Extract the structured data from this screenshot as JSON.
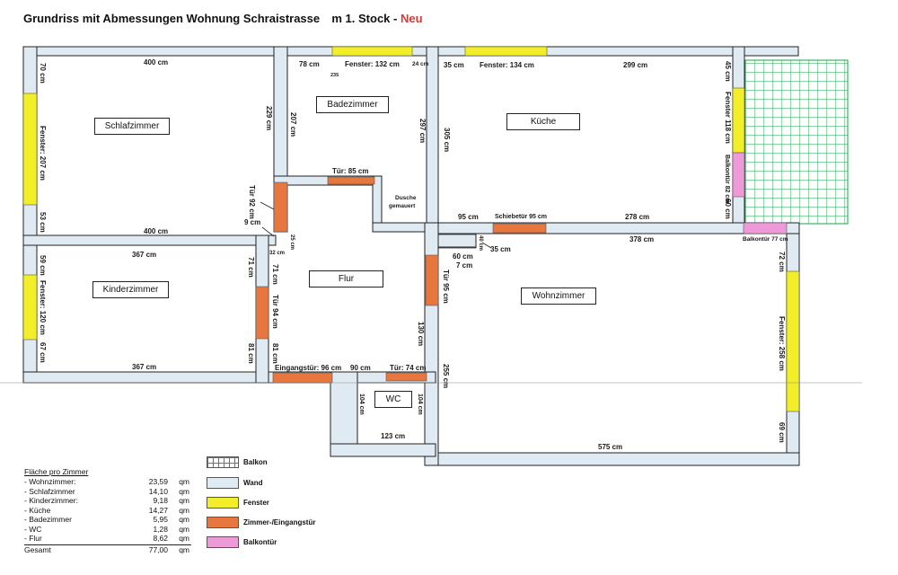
{
  "title": {
    "main": "Grundriss mit Abmessungen Wohnung Schraistrasse",
    "floor": "m 1. Stock -",
    "neu": "Neu"
  },
  "colors": {
    "wall": "#dfeaf3",
    "window": "#f2ee2a",
    "door": "#e8763f",
    "balcony_door": "#ee9ad8",
    "balcony": "#16a34a"
  },
  "rooms": {
    "schlafzimmer": "Schlafzimmer",
    "badezimmer": "Badezimmer",
    "kueche": "Küche",
    "flur": "Flur",
    "kinderzimmer": "Kinderzimmer",
    "wohnzimmer": "Wohnzimmer",
    "wc": "WC"
  },
  "dims": {
    "s_top": "400 cm",
    "s_bot": "400 cm",
    "s_70": "70 cm",
    "s_fenster": "Fenster: 207 cm",
    "s_53": "53 cm",
    "s_229": "229 cm",
    "tuer92": "Tür 92 cm",
    "d9": "9 cm",
    "d32": "32 cm",
    "d25": "25 cm",
    "b_78": "78 cm",
    "b_fenster": "Fenster: 132 cm",
    "b_24": "24 cm",
    "b_235": "235",
    "b_207": "207 cm",
    "b_297": "297 cm",
    "tuer85": "Tür: 85 cm",
    "dusche": "Dusche",
    "gemauert": "gemauert",
    "k_35": "35 cm",
    "k_fenster": "Fenster: 134 cm",
    "k_299": "299 cm",
    "k_45": "45 cm",
    "k_fenster118": "Fenster 118 cm",
    "k_balkontuer": "Balkontür 82 cm",
    "k_60": "60 cm",
    "k_305": "305 cm",
    "k_95": "95 cm",
    "schiebetuer": "Schiebetür 95 cm",
    "k_278": "278 cm",
    "ki_367t": "367 cm",
    "ki_367b": "367 cm",
    "ki_59": "59 cm",
    "ki_fenster": "Fenster: 120 cm",
    "ki_67": "67 cm",
    "ki_71": "71 cm",
    "ki_81": "81 cm",
    "f_71": "71 cm",
    "tuer94": "Tür 94 cm",
    "f_81": "81 cm",
    "f_130": "130 cm",
    "eingang": "Eingangstür: 96 cm",
    "f_90": "90 cm",
    "tuer74": "Tür: 74 cm",
    "w_378": "378 cm",
    "balkontuer77": "Balkontür 77 cm",
    "w_72": "72 cm",
    "w_fenster": "Fenster: 258 cm",
    "w_69": "69 cm",
    "w_575": "575 cm",
    "w_60": "60 cm",
    "w_7": "7 cm",
    "w_40": "40 cm",
    "w_35": "35 cm",
    "tuer95": "Tür 95 cm",
    "w_255": "255 cm",
    "wc_104l": "104 cm",
    "wc_104r": "104 cm",
    "wc_123": "123 cm"
  },
  "legend": [
    {
      "label": "Balkon",
      "kind": "balcony"
    },
    {
      "label": "Wand",
      "kind": "wall"
    },
    {
      "label": "Fenster",
      "kind": "window"
    },
    {
      "label": "Zimmer-/Eingangstür",
      "kind": "door"
    },
    {
      "label": "Balkontür",
      "kind": "balcony_door"
    }
  ],
  "areas": {
    "heading": "Fläche pro Zimmer",
    "rows": [
      {
        "name": "- Wohnzimmer:",
        "value": "23,59",
        "unit": "qm"
      },
      {
        "name": "- Schlafzimmer",
        "value": "14,10",
        "unit": "qm"
      },
      {
        "name": "- Kinderzimmer:",
        "value": "9,18",
        "unit": "qm"
      },
      {
        "name": "- Küche",
        "value": "14,27",
        "unit": "qm"
      },
      {
        "name": "- Badezimmer",
        "value": "5,95",
        "unit": "qm"
      },
      {
        "name": "- WC",
        "value": "1,28",
        "unit": "qm"
      },
      {
        "name": "- Flur",
        "value": "8,62",
        "unit": "qm"
      }
    ],
    "total": {
      "name": "Gesamt",
      "value": "77,00",
      "unit": "qm"
    }
  }
}
